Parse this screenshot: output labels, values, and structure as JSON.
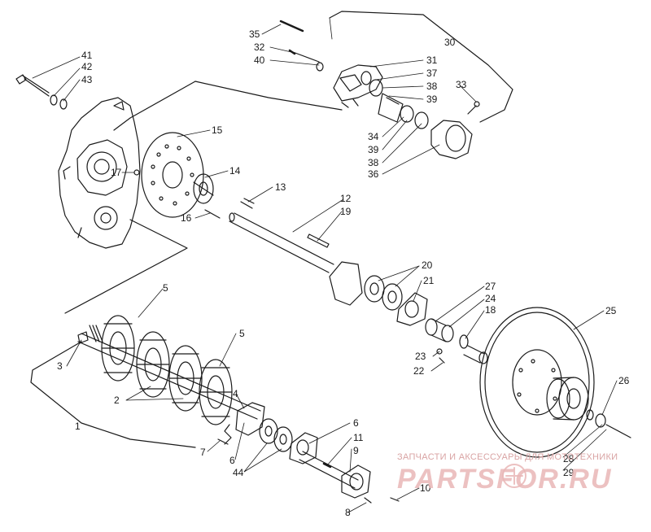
{
  "watermark": {
    "tagline": "ЗАПЧАСТИ И АКСЕССУАРЫ ДЛЯ МОТОТЕХНИКИ",
    "logo": "PARTSFOR.RU"
  },
  "callouts": {
    "c1": "1",
    "c2": "2",
    "c3": "3",
    "c4": "4",
    "c5a": "5",
    "c5b": "5",
    "c6a": "6",
    "c6b": "6",
    "c7": "7",
    "c8": "8",
    "c9": "9",
    "c10": "10",
    "c11": "11",
    "c12": "12",
    "c13": "13",
    "c14": "14",
    "c15": "15",
    "c16": "16",
    "c17": "17",
    "c18": "18",
    "c19": "19",
    "c20": "20",
    "c21": "21",
    "c22": "22",
    "c23": "23",
    "c24": "24",
    "c25": "25",
    "c26": "26",
    "c27": "27",
    "c28": "28",
    "c29": "29",
    "c30": "30",
    "c31": "31",
    "c32": "32",
    "c33": "33",
    "c34": "34",
    "c35": "35",
    "c36": "36",
    "c37": "37",
    "c38a": "38",
    "c38b": "38",
    "c39a": "39",
    "c39b": "39",
    "c40": "40",
    "c41": "41",
    "c42": "42",
    "c43": "43",
    "c44": "44"
  }
}
